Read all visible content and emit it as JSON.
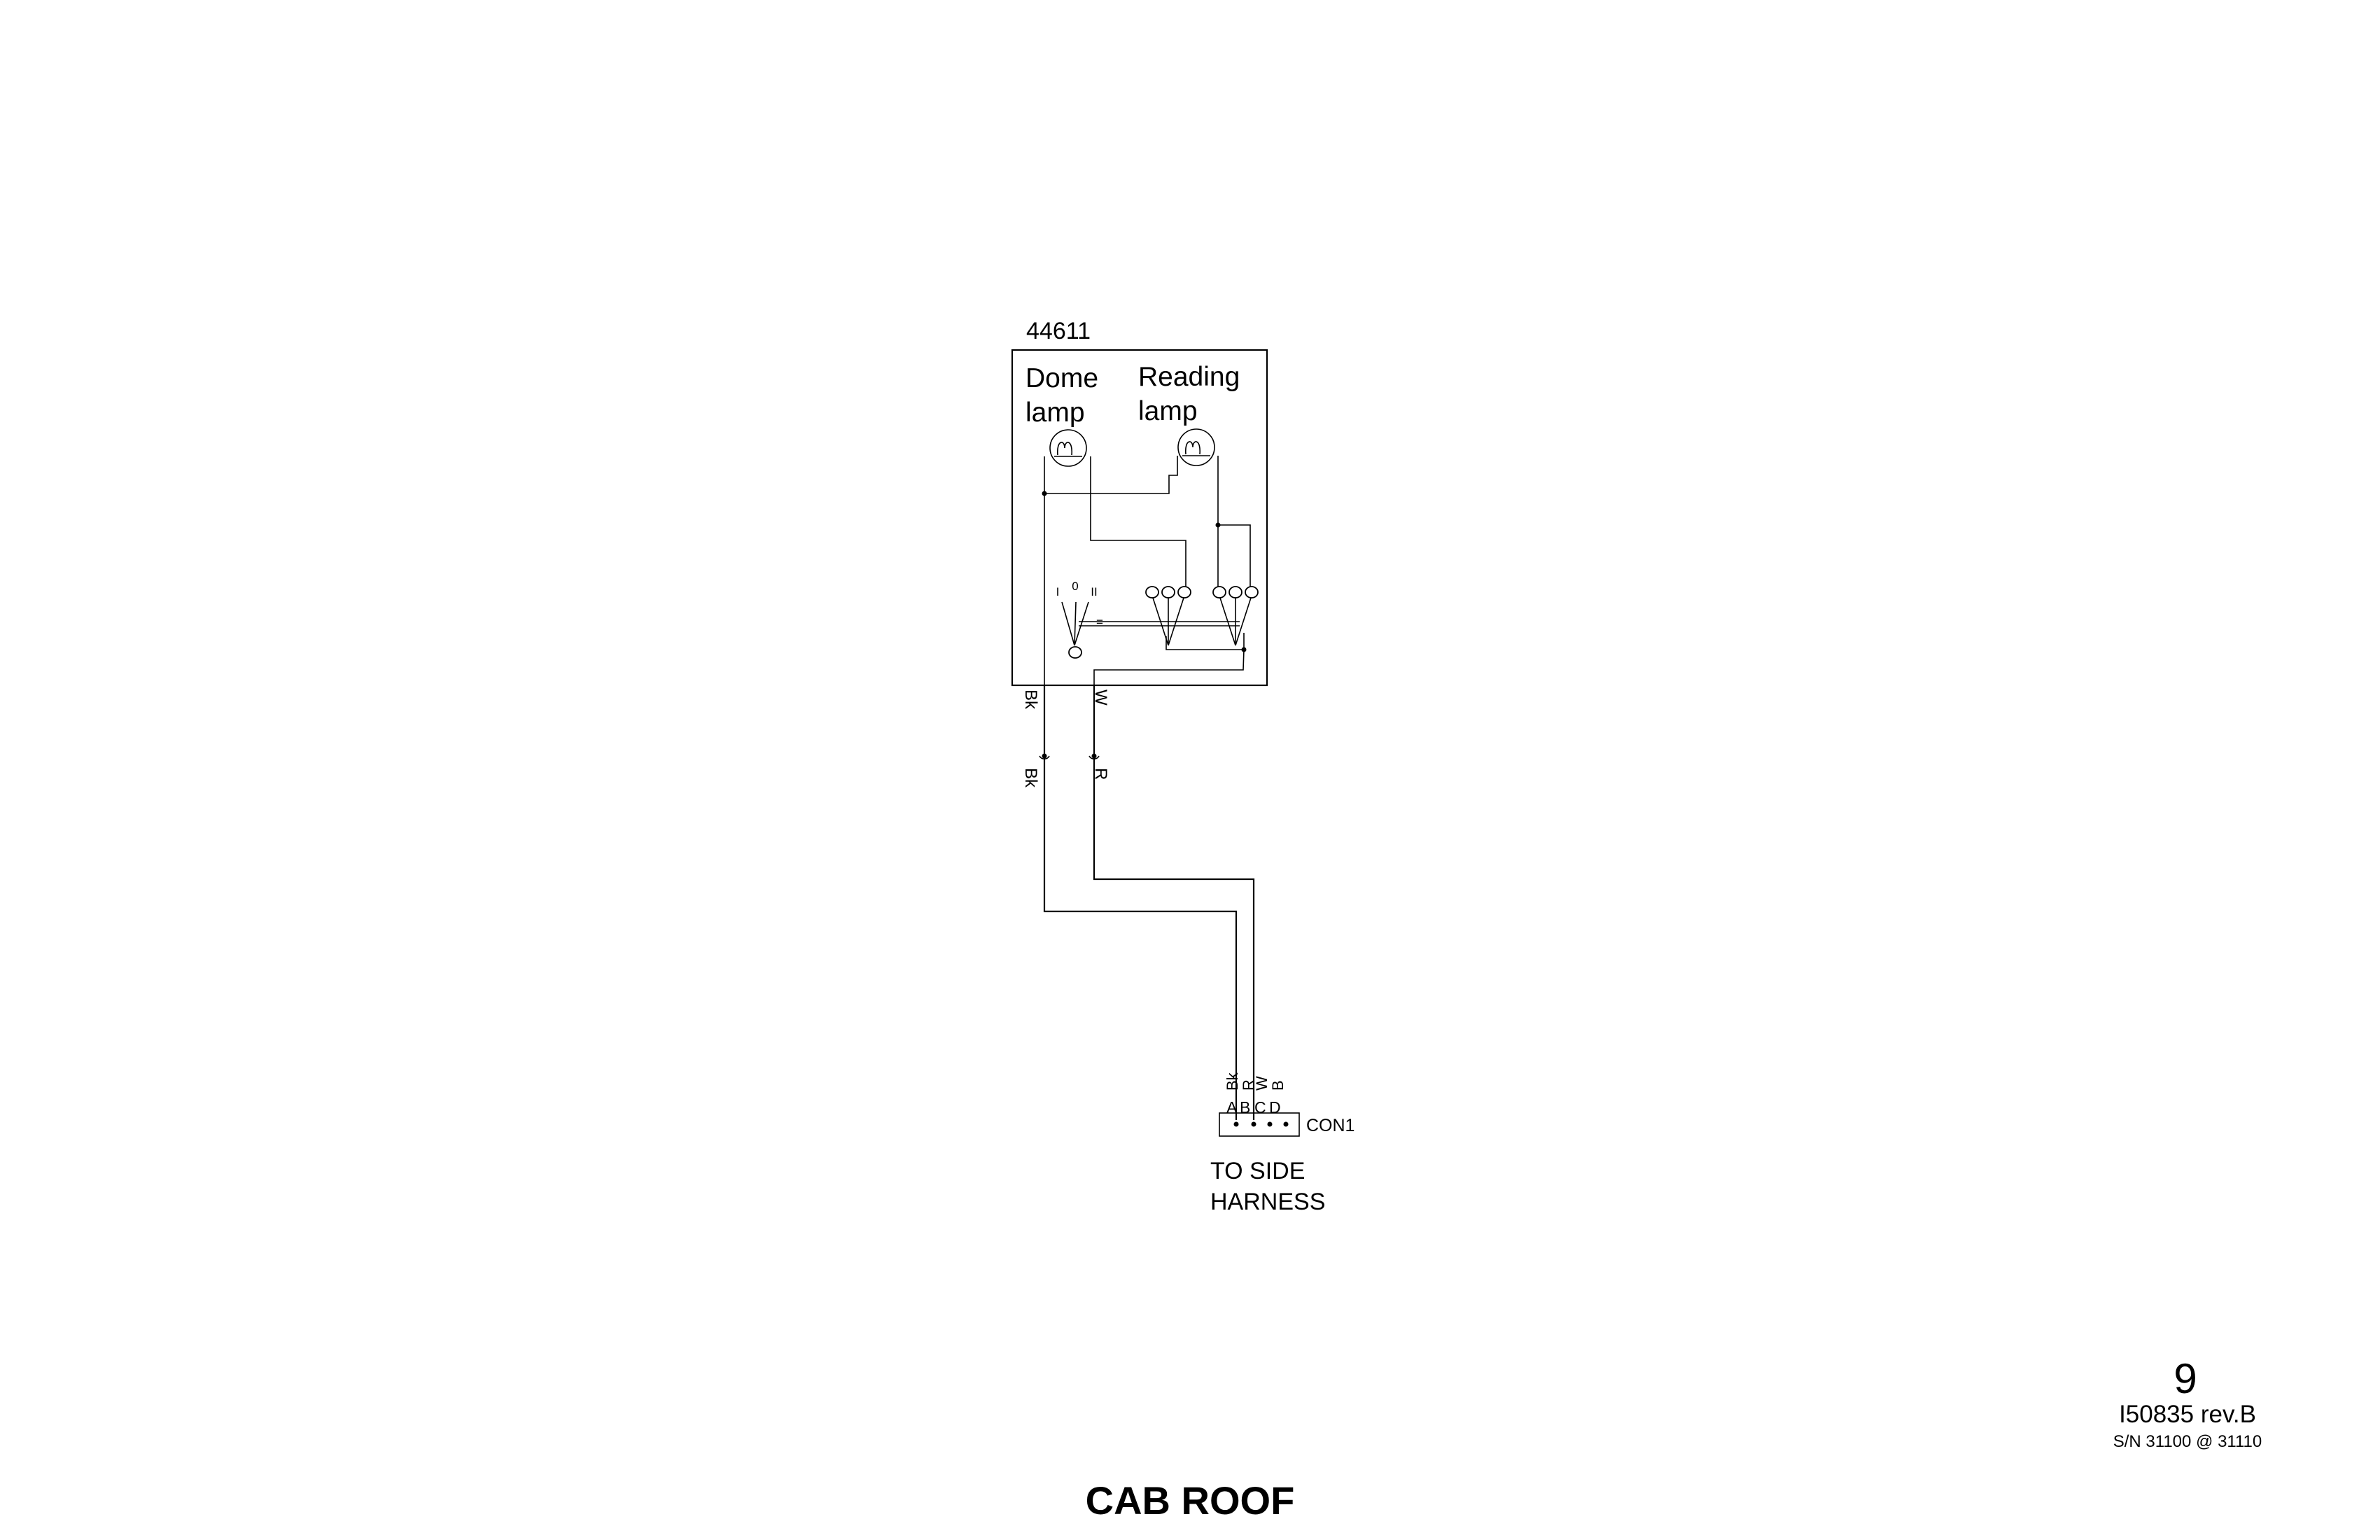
{
  "lamp_assembly": {
    "part_number": "44611",
    "dome_lamp_line1": "Dome",
    "dome_lamp_line2": "lamp",
    "reading_lamp_line1": "Reading",
    "reading_lamp_line2": "lamp",
    "switch_positions": [
      "I",
      "0",
      "II"
    ],
    "switch_mark": "="
  },
  "wires": {
    "black_upper": "Bk",
    "white_upper": "W",
    "black_lower": "Bk",
    "red_lower": "R"
  },
  "connector": {
    "name": "CON1",
    "wire_colors": [
      "Bk",
      "R",
      "W",
      "B"
    ],
    "pins": [
      "A",
      "B",
      "C",
      "D"
    ],
    "destination_line1": "TO SIDE",
    "destination_line2": "HARNESS"
  },
  "title_block": {
    "page_number": "9",
    "document": "I50835 rev.B",
    "serial_range": "S/N 31100 @ 31110"
  },
  "sheet_title": "CAB ROOF"
}
